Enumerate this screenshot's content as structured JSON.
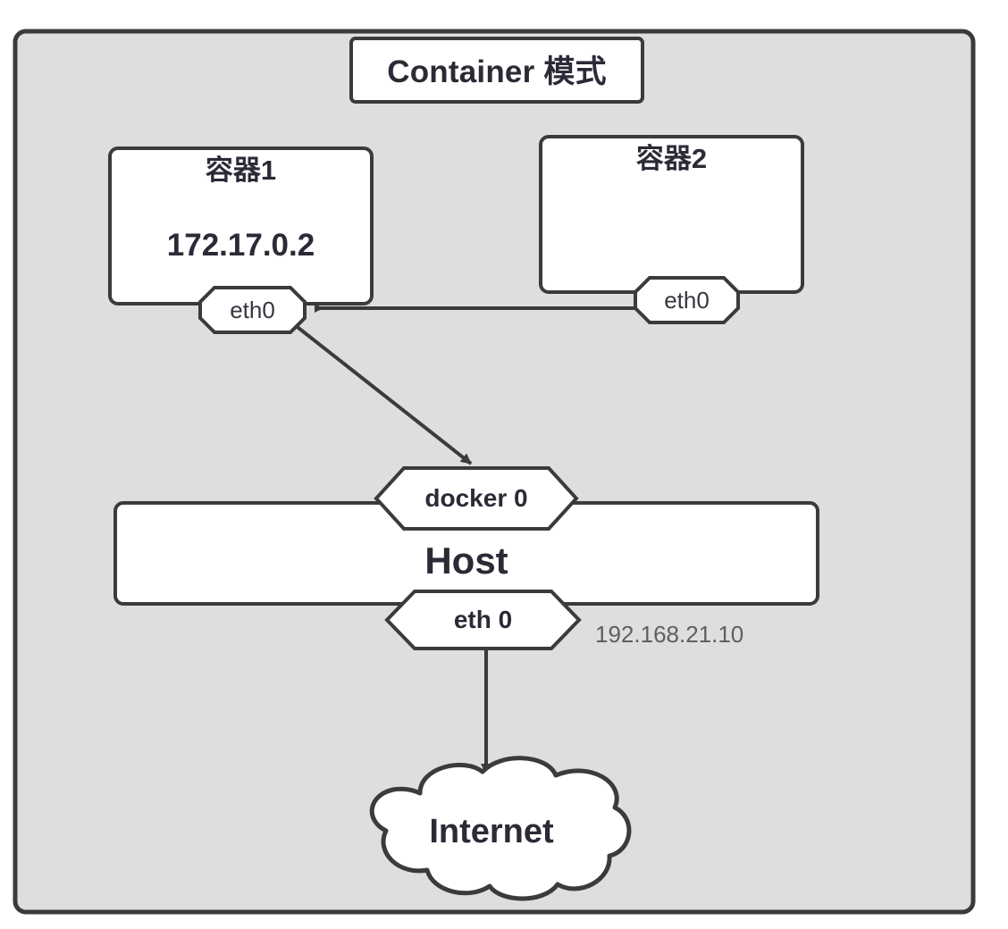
{
  "diagram": {
    "title": "Container 模式",
    "background_color": "#dedede",
    "frame_border_color": "#3b3b3b",
    "node_fill_color": "#ffffff",
    "node_border_color": "#3b3b3b",
    "text_color": "#2b2b37",
    "muted_text_color": "#5f5f63",
    "nodes": {
      "container1": {
        "title": "容器1",
        "ip": "172.17.0.2",
        "interface": "eth0"
      },
      "container2": {
        "title": "容器2",
        "interface": "eth0"
      },
      "host": {
        "title": "Host",
        "bridge_interface": "docker 0",
        "physical_interface": "eth 0",
        "ip": "192.168.21.10"
      },
      "internet": {
        "title": "Internet"
      }
    },
    "connections": [
      {
        "name": "container2-to-container1",
        "from": "container2.eth0",
        "to": "container1.eth0",
        "direction": "left"
      },
      {
        "name": "container1-to-docker0",
        "from": "container1.eth0",
        "to": "host.docker0",
        "direction": "down-right"
      },
      {
        "name": "host-eth0-to-internet",
        "from": "host.eth0",
        "to": "internet",
        "direction": "down"
      }
    ]
  }
}
